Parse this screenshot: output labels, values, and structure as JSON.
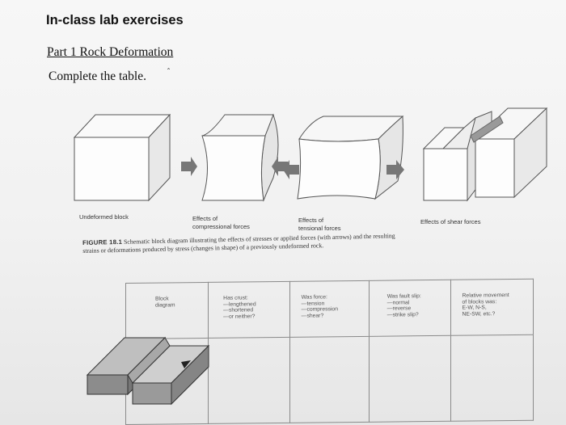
{
  "page": {
    "title": "In-class lab exercises",
    "part_heading": "Part 1 Rock Deformation",
    "instruction": "Complete the table."
  },
  "figure": {
    "labels": {
      "undeformed": "Undeformed block",
      "compressional": "Effects of\ncompressional forces",
      "tensional": "Effects of\ntensional forces",
      "shear": "Effects of shear forces"
    },
    "caption_label": "FIGURE 18.1",
    "caption_text": "Schematic block diagram illustrating the effects of stresses or applied forces (with arrows) and the resulting strains or deformations produced by stress (changes in shape) of a previously undeformed rock."
  },
  "table": {
    "headers": [
      "Block\ndiagram",
      "Has crust:\n—lengthened\n—shortened\n—or neither?",
      "Was force:\n—tension\n—compression\n—shear?",
      "Was fault slip:\n—normal\n—reverse\n—strike slip?",
      "Relative movement\nof blocks was:\nE-W, N-S,\nNE-SW, etc.?"
    ]
  },
  "colors": {
    "block_fill": "#ffffff",
    "block_stroke": "#555555",
    "arrow_fill": "#777777",
    "table_border": "#8a8a8a"
  }
}
